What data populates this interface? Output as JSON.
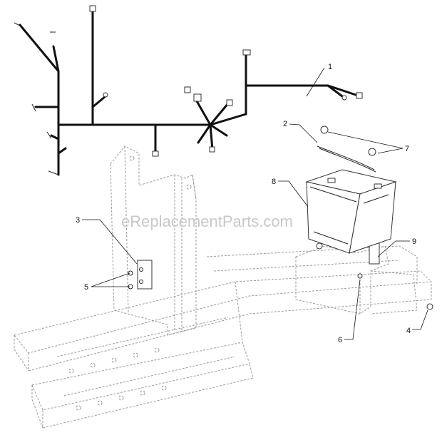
{
  "watermark": "eReplacementParts.com",
  "callouts": {
    "c1": "1",
    "c2": "2",
    "c3": "3",
    "c4": "4",
    "c5": "5",
    "c6": "6",
    "c7": "7",
    "c8": "8",
    "c9": "9"
  },
  "colors": {
    "line": "#111111",
    "ghost": "#9a9a9a",
    "watermark": "#c8c8c8"
  }
}
